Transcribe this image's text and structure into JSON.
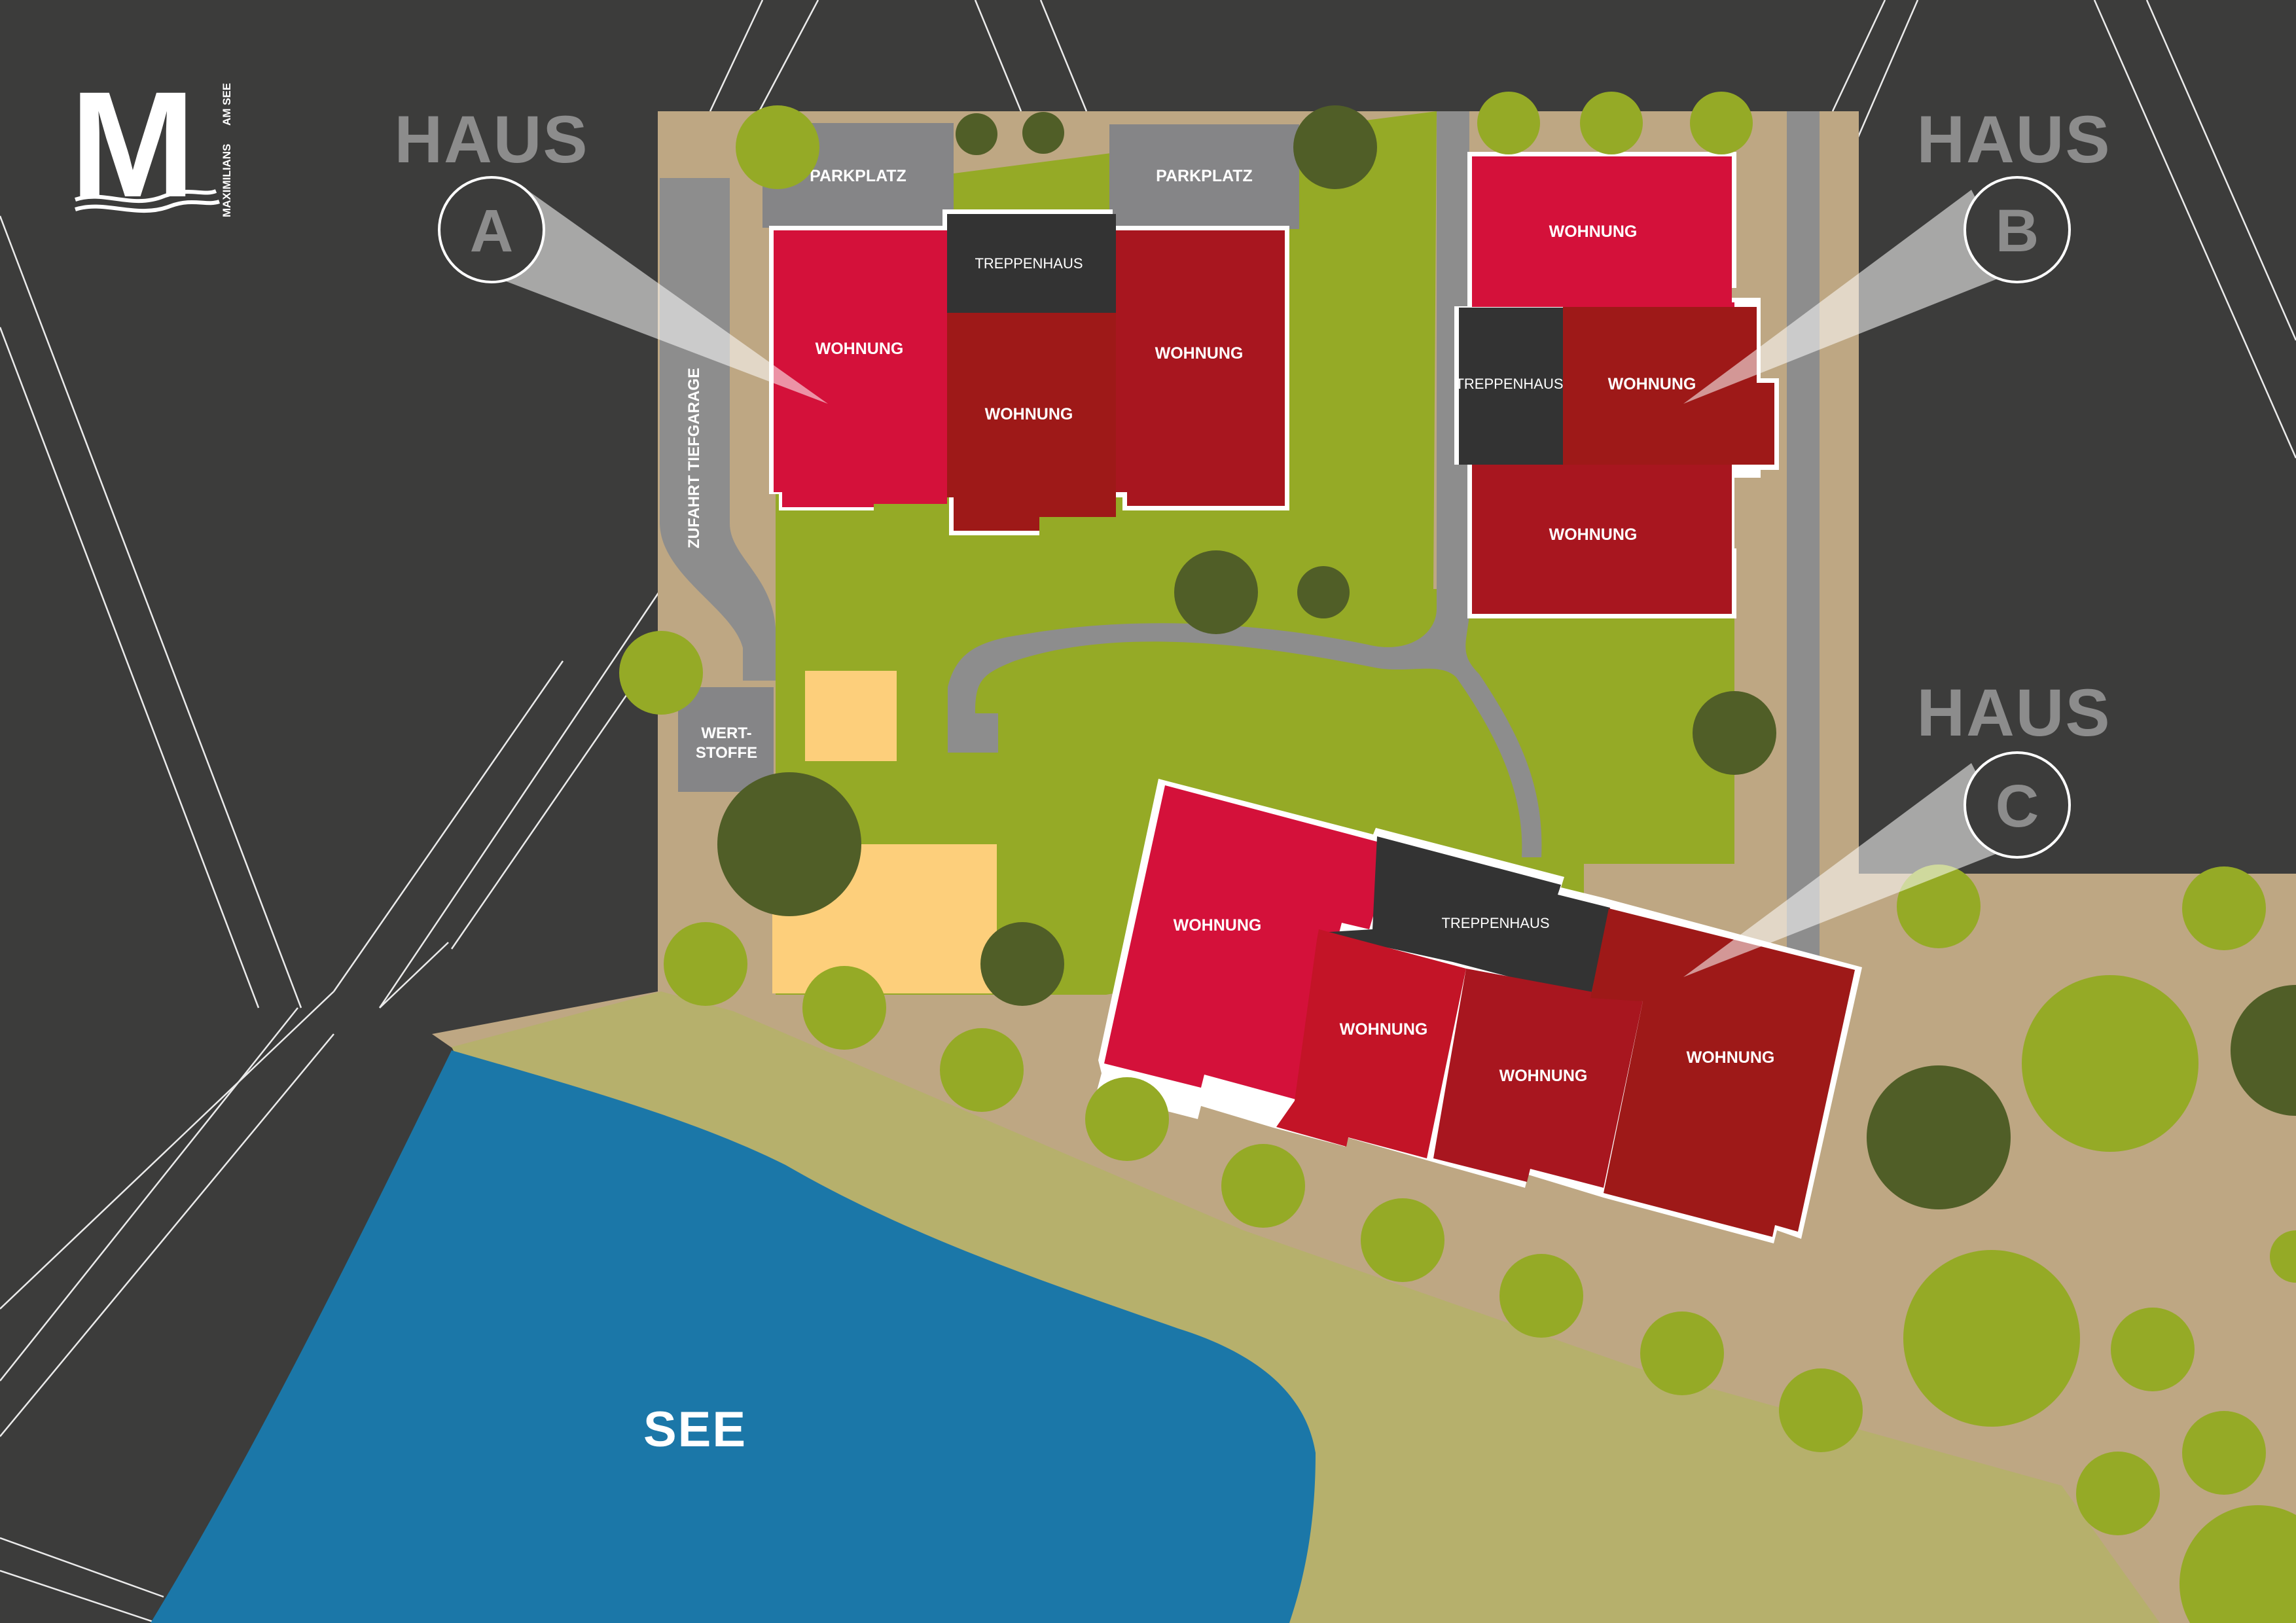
{
  "logo": {
    "letter": "M",
    "name": "MAXIMILIANS",
    "suffix": "AM SEE"
  },
  "houses": [
    {
      "word": "HAUS",
      "letter": "A"
    },
    {
      "word": "HAUS",
      "letter": "B"
    },
    {
      "word": "HAUS",
      "letter": "C"
    }
  ],
  "labels": {
    "parkplatz": "PARKPLATZ",
    "treppenhaus": "TREPPENHAUS",
    "wohnung": "WOHNUNG",
    "zufahrt": "ZUFAHRT TIEFGARAGE",
    "wertstoffe_line1": "WERT-",
    "wertstoffe_line2": "STOFFE",
    "see": "SEE"
  },
  "colors": {
    "background": "#3c3c3b",
    "plot": "#bea783",
    "lawn": "#95aa26",
    "lake": "#1b77a8",
    "shore": "#b6b06c",
    "path": "#8d8d8d",
    "apartment_red": "#d4113a",
    "apartment_dark_red": "#a8161f",
    "stairwell": "#333333",
    "play_area": "#fdcf7b",
    "tree_light": "#95aa26",
    "tree_dark": "#505e27"
  }
}
